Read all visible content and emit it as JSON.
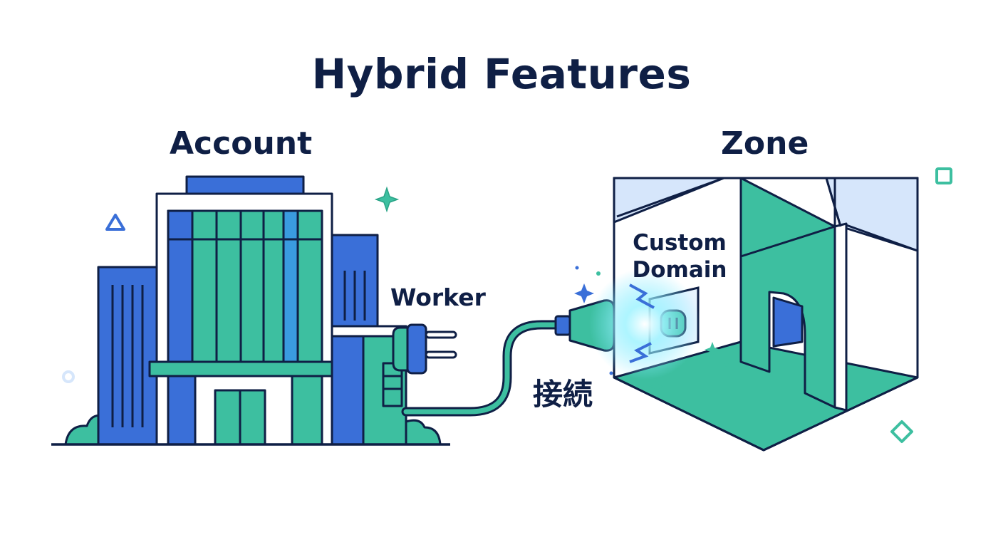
{
  "diagram": {
    "title": "Hybrid Features",
    "left_label": "Account",
    "right_label": "Zone",
    "plug_label": "Worker",
    "socket_label_line1": "Custom",
    "socket_label_line2": "Domain",
    "connection_label": "接続"
  },
  "colors": {
    "navy": "#0f1f45",
    "blue": "#3a6fd8",
    "teal": "#3dbfa0",
    "light_blue": "#d6e6fb",
    "glow": "#7fe8ff"
  },
  "decorations": [
    "triangle-icon",
    "sparkle-icon",
    "circle-icon",
    "square-icon",
    "diamond-icon"
  ]
}
